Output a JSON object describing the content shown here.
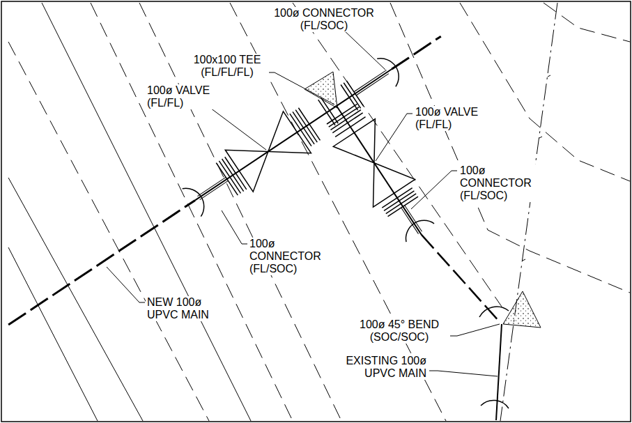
{
  "diagram": {
    "labels": [
      "100ø CONNECTOR (FL/SOC)",
      "100x100 TEE (FL/FL/FL)",
      "100ø VALVE (FL/FL)",
      "100ø VALVE (FL/FL)",
      "100ø CONNECTOR (FL/SOC)",
      "100ø CONNECTOR (FL/SOC)",
      "NEW 100ø UPVC MAIN",
      "100ø 45° BEND (SOC/SOC)",
      "EXISTING 100ø UPVC MAIN"
    ]
  }
}
